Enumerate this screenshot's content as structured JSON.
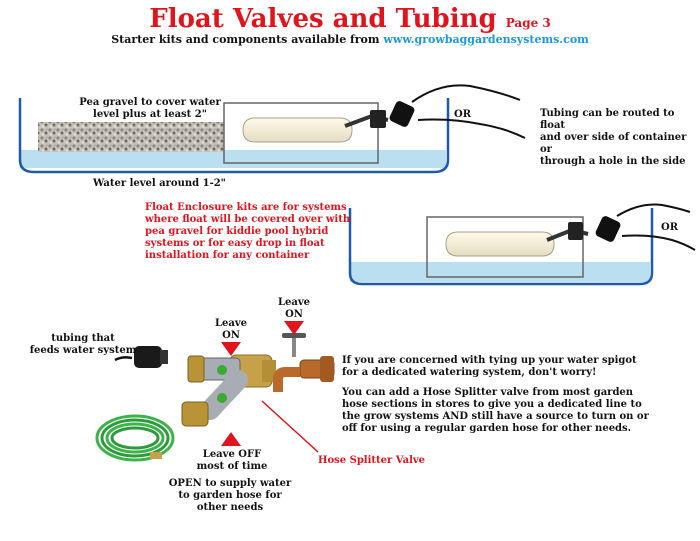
{
  "header": {
    "title": "Float Valves and Tubing",
    "page": "Page 3",
    "subtitle": "Starter kits and components available from",
    "url": "www.growbaggardensystems.com"
  },
  "diagram1": {
    "gravel_label_line1": "Pea gravel to cover water",
    "gravel_label_line2": "level plus at least 2\"",
    "water_label": "Water level around 1-2\"",
    "or_label": "OR",
    "tubing_note_line1": "Tubing can be routed to float",
    "tubing_note_line2": "and over side of container or",
    "tubing_note_line3": "through a hole in the side"
  },
  "diagram2": {
    "note_line1": "Float Enclosure kits are for systems",
    "note_line2": "where float will be covered over with",
    "note_line3": "pea gravel for kiddie pool hybrid",
    "note_line4": "systems or for easy drop in float",
    "note_line5": "installation for any container",
    "or_label": "OR"
  },
  "diagram3": {
    "tubing_label_line1": "tubing that",
    "tubing_label_line2": "feeds water system",
    "leave_on_1_line1": "Leave",
    "leave_on_1_line2": "ON",
    "leave_on_2_line1": "Leave",
    "leave_on_2_line2": "ON",
    "leave_off_line1": "Leave OFF",
    "leave_off_line2": "most of time",
    "open_line1": "OPEN to supply water",
    "open_line2": "to garden hose for",
    "open_line3": "other needs",
    "splitter_label": "Hose Splitter Valve",
    "para1_line1": "If you are concerned with tying up your water spigot",
    "para1_line2": "for a dedicated watering system, don't worry!",
    "para2_line1": "You can add a Hose Splitter valve from most garden",
    "para2_line2": "hose sections in stores to give you a dedicated line to",
    "para2_line3": "the grow systems AND still have a source to turn on or",
    "para2_line4": "off for using a regular garden hose for other needs."
  },
  "colors": {
    "accent_red": "#e0141c",
    "link_blue": "#1a9ad8",
    "water": "#b9dff0",
    "container_stroke": "#1e5aa8",
    "hose_green": "#3bb54a"
  },
  "icons": [
    "float-valve-icon",
    "tubing-icon",
    "hose-splitter-icon",
    "spigot-icon",
    "garden-hose-icon",
    "arrow-down-icon",
    "arrow-up-icon",
    "connector-icon"
  ]
}
